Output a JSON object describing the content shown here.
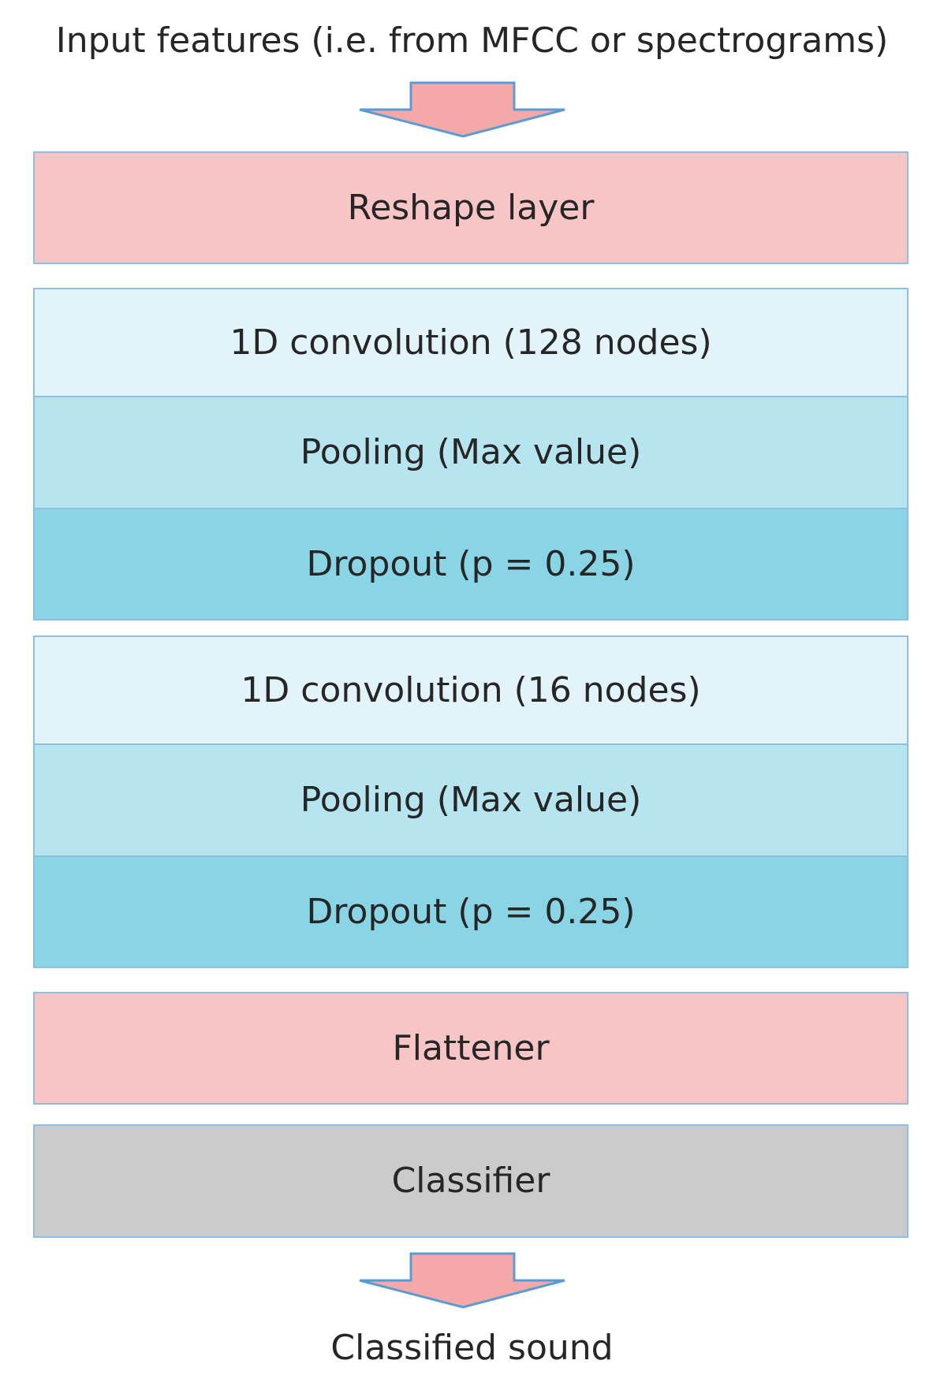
{
  "input_caption": "Input features (i.e. from MFCC or spectrograms)",
  "output_caption": "Classified sound",
  "colors": {
    "arrow_fill": "#f4a9a8",
    "arrow_stroke": "#5b9bd5",
    "pink_layer": "#f8c5c6",
    "grey_layer": "#cbcbcb",
    "conv_layer": "#e2f4fa",
    "pool_layer": "#b6e5ef",
    "dropout_layer": "#89d4e5",
    "border": "#8fbfe0"
  },
  "layers": {
    "reshape": "Reshape layer",
    "block1": {
      "conv": "1D convolution (128 nodes)",
      "pool": "Pooling (Max value)",
      "dropout": "Dropout (p = 0.25)"
    },
    "block2": {
      "conv": "1D convolution (16 nodes)",
      "pool": "Pooling (Max value)",
      "dropout": "Dropout (p = 0.25)"
    },
    "flattener": "Flattener",
    "classifier": "Classifier"
  }
}
